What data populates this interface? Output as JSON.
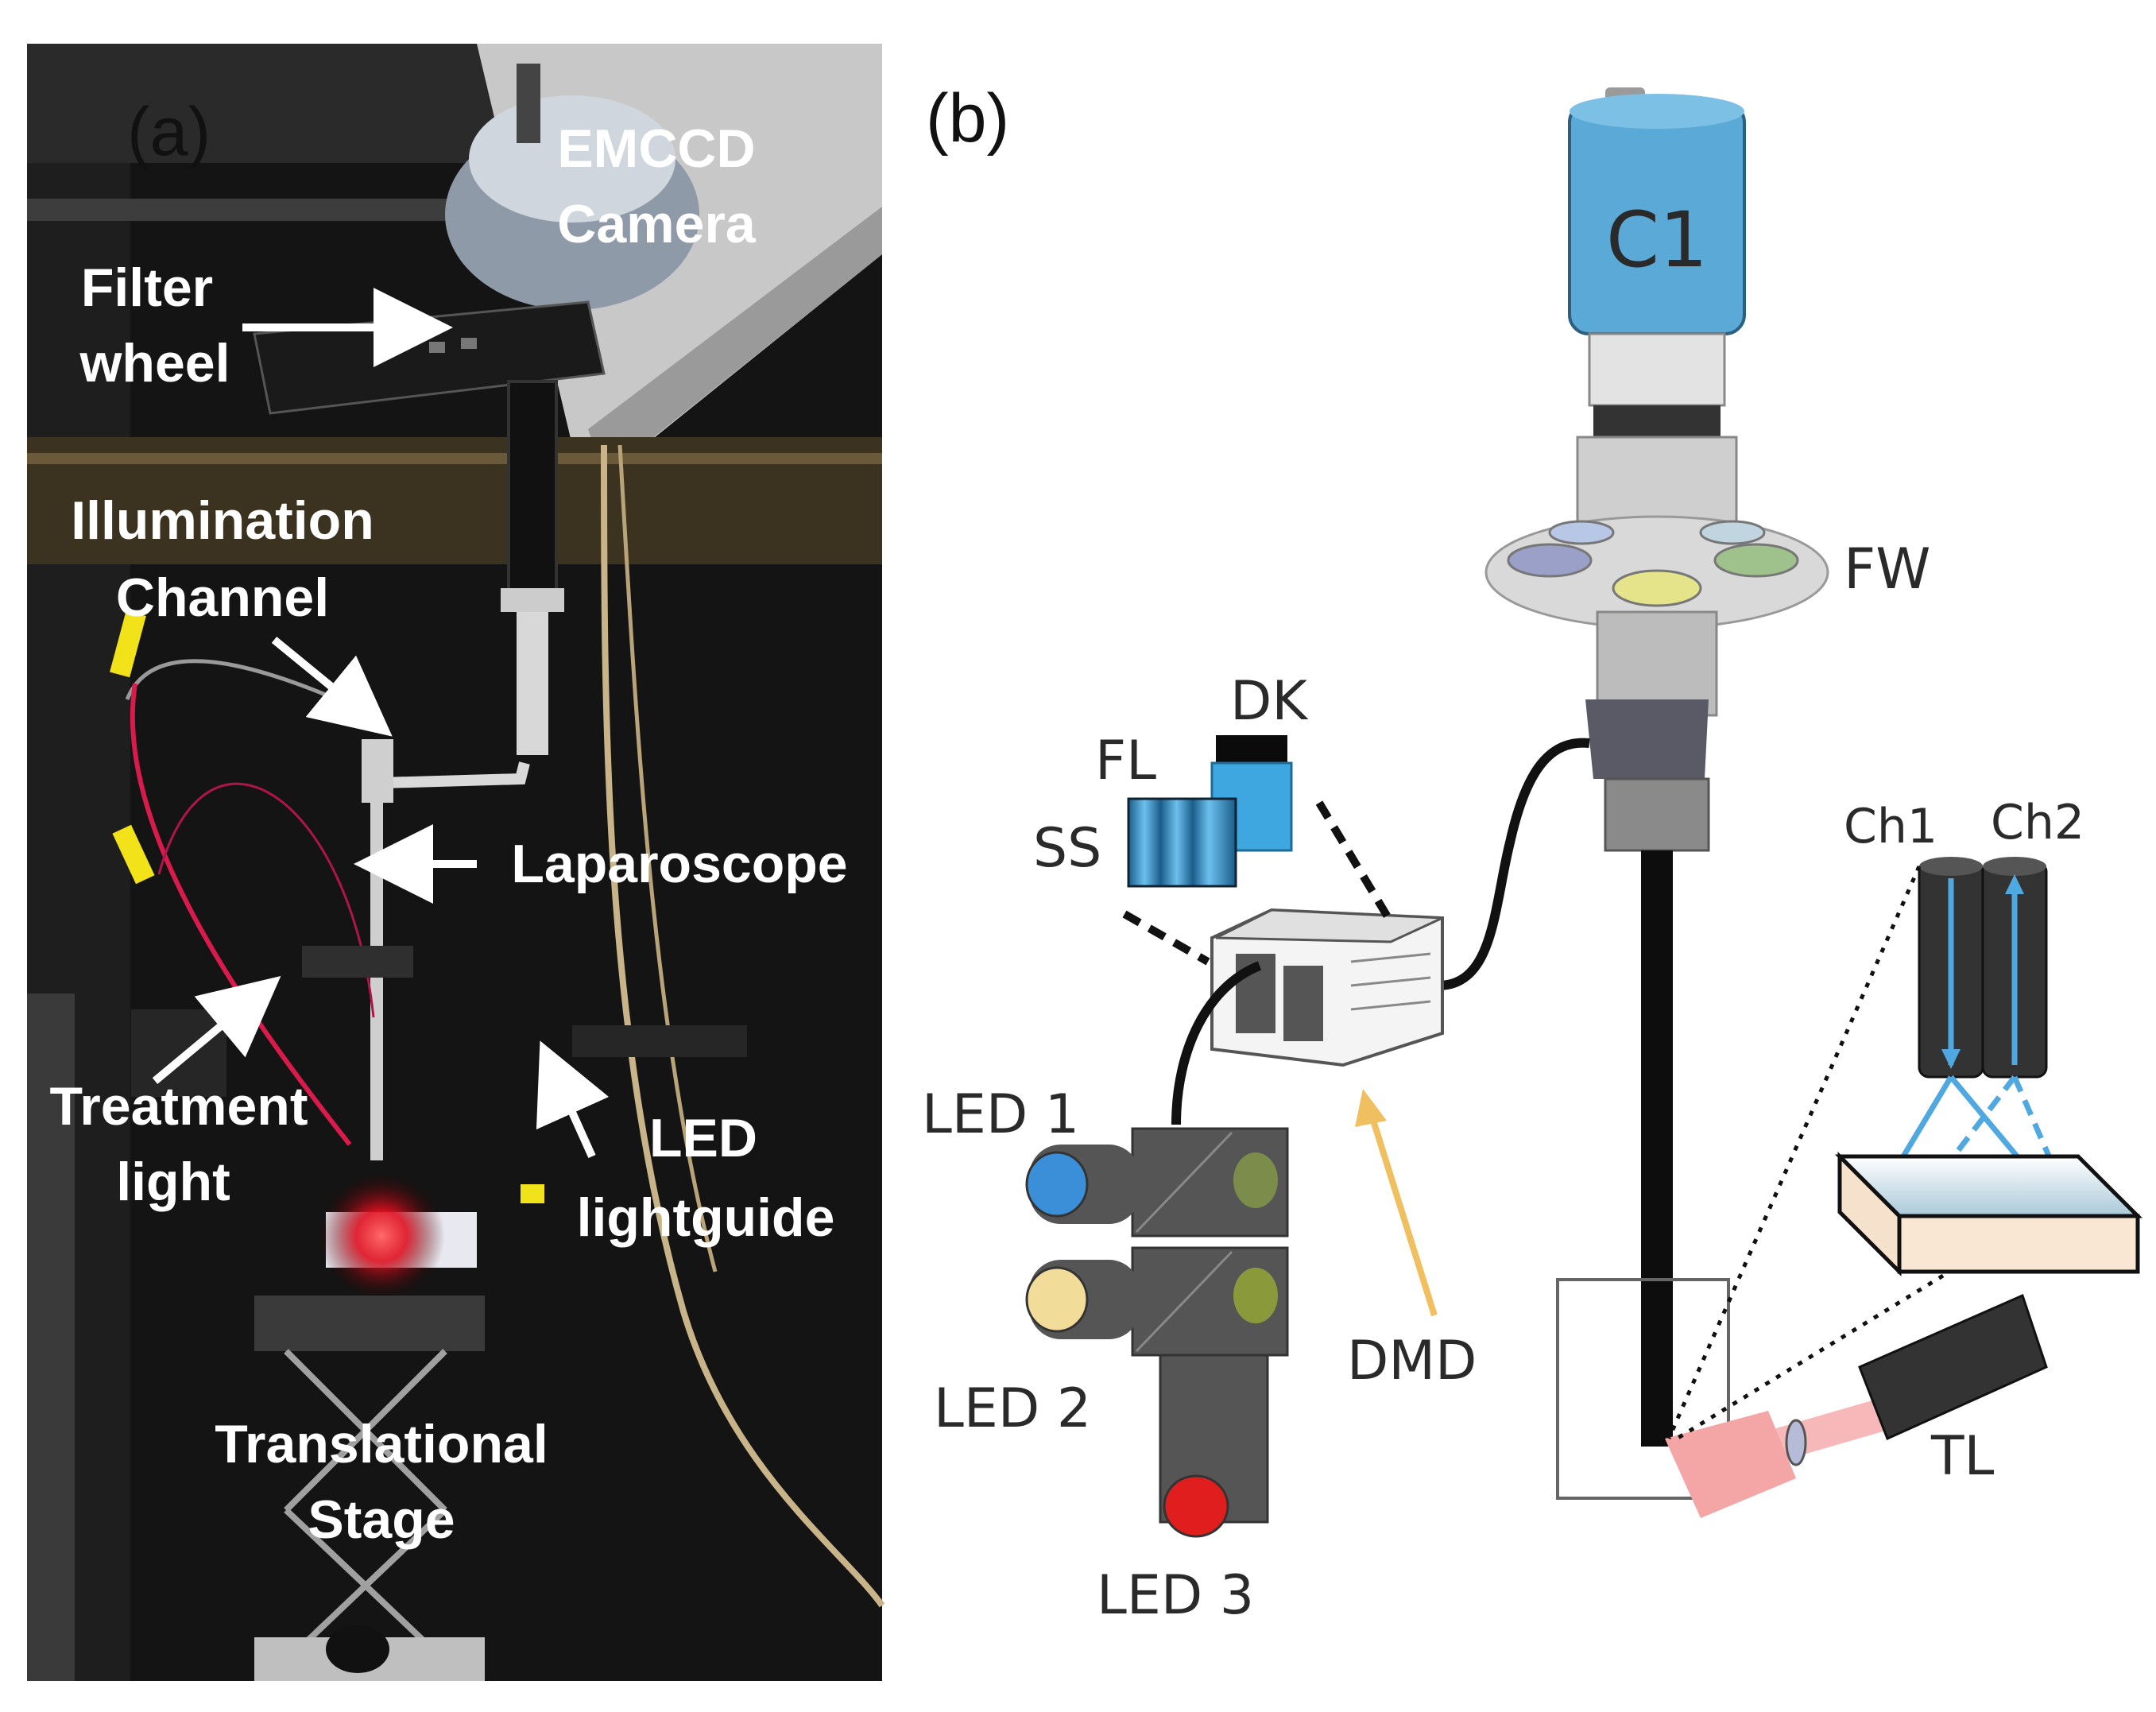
{
  "panel_a": {
    "letter": "(a)",
    "labels": {
      "emccd_line1": "EMCCD",
      "emccd_line2": "Camera",
      "filter_line1": "Filter",
      "filter_line2": "wheel",
      "illum_line1": "Illumination",
      "illum_line2": "Channel",
      "laparoscope": "Laparoscope",
      "treatment_line1": "Treatment",
      "treatment_line2": "light",
      "led_line1": "LED",
      "led_line2": "lightguide",
      "stage_line1": "Translational",
      "stage_line2": "Stage"
    }
  },
  "panel_b": {
    "letter": "(b)",
    "labels": {
      "c1": "C1",
      "fw": "FW",
      "dk": "DK",
      "fl": "FL",
      "ss": "SS",
      "ch1": "Ch1",
      "ch2": "Ch2",
      "led1": "LED 1",
      "led2": "LED 2",
      "led3": "LED 3",
      "dmd": "DMD",
      "tl": "TL"
    },
    "colors": {
      "camera_blue": "#5aa9d6",
      "led1": "#3b8fd9",
      "led2": "#f2dc9a",
      "led3": "#e11e1e",
      "dmd_arrow": "#f0c060",
      "beam": "#4fa8e0",
      "treatment_beam": "#f4a6a6"
    }
  }
}
